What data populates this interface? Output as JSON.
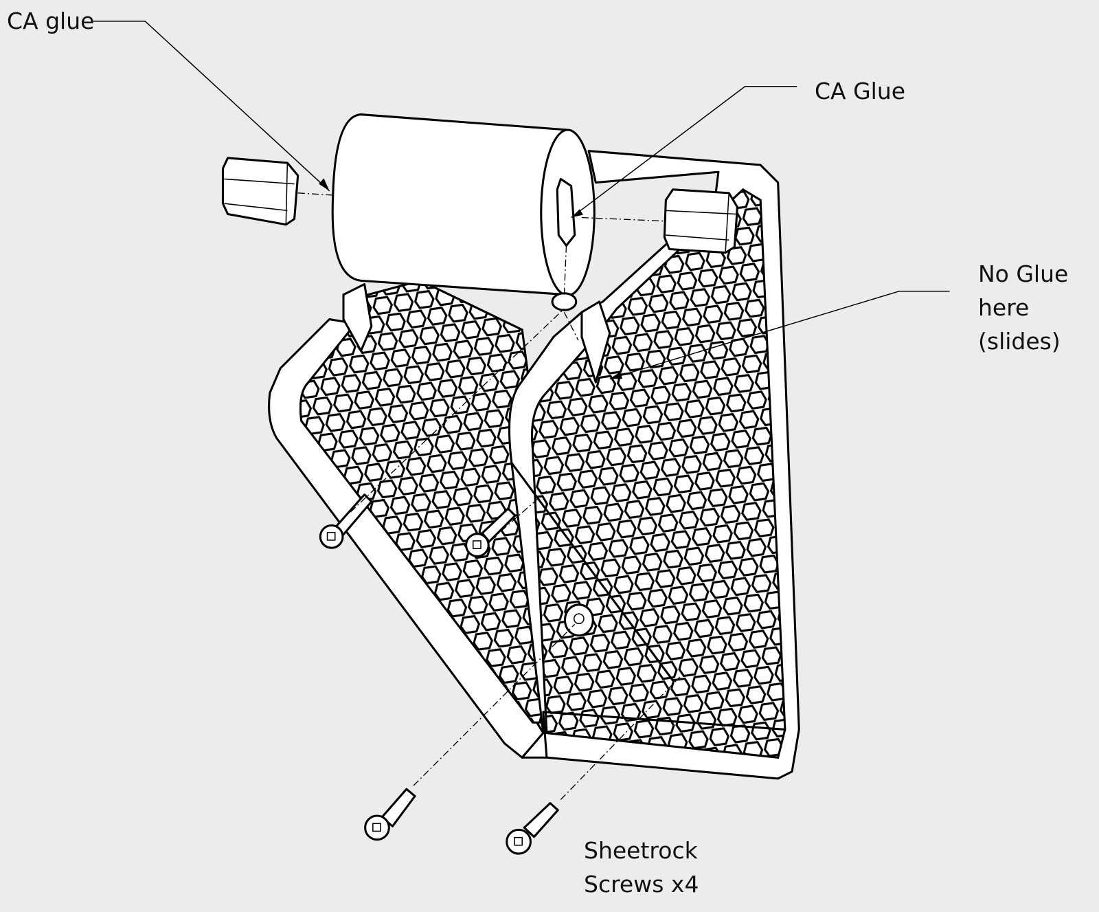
{
  "callouts": {
    "ca_glue_left": "CA glue",
    "ca_glue_right": "CA Glue",
    "no_glue": [
      "No Glue",
      "here",
      "(slides)"
    ],
    "screws": [
      "Sheetrock",
      "Screws x4"
    ]
  },
  "colors": {
    "background": "#ececec",
    "line": "#000000",
    "part_fill": "#ffffff"
  }
}
